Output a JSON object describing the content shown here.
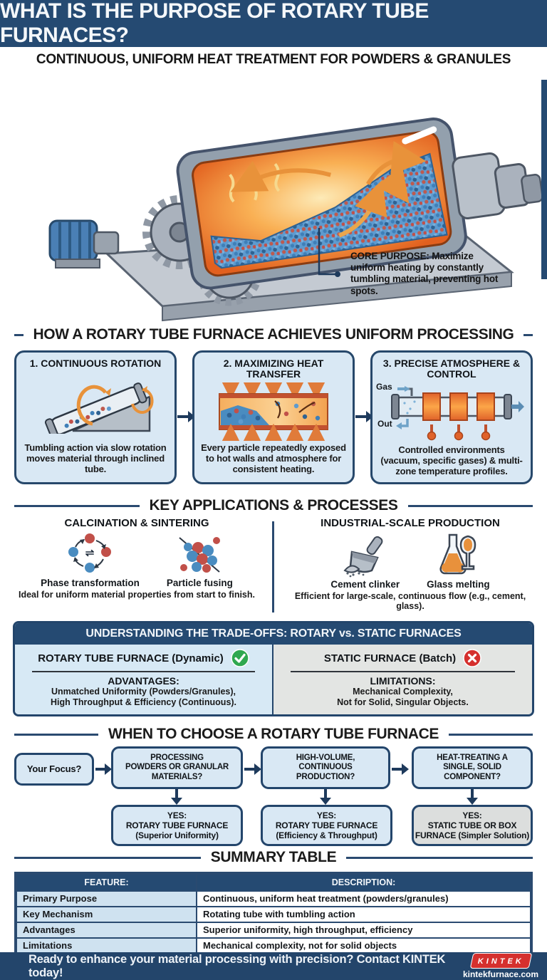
{
  "colors": {
    "navy": "#254a72",
    "navy_border": "#23456b",
    "light_blue": "#d9e8f4",
    "panel_gray": "#e3e5e3",
    "answer_gray": "#dcdedd",
    "table_feature_blue": "#cfe2f0",
    "accent_orange": "#e8923a",
    "check_green": "#2fa84f",
    "cross_red": "#d5302e",
    "logo_red": "#d5302e"
  },
  "header": {
    "title": "WHAT IS THE PURPOSE OF ROTARY TUBE FURNACES?",
    "subtitle": "CONTINUOUS, UNIFORM HEAT TREATMENT FOR POWDERS & GRANULES"
  },
  "illustration": {
    "callout": "CORE PURPOSE: Maximize uniform heating by constantly tumbling material, preventing hot spots."
  },
  "process": {
    "heading": "HOW A ROTARY TUBE FURNACE ACHIEVES UNIFORM PROCESSING",
    "cards": [
      {
        "title": "1. CONTINUOUS ROTATION",
        "desc": "Tumbling action via slow rotation moves material through inclined tube."
      },
      {
        "title": "2. MAXIMIZING HEAT TRANSFER",
        "desc": "Every particle repeatedly exposed to hot walls and atmosphere for consistent heating."
      },
      {
        "title": "3. PRECISE ATMOSPHERE & CONTROL",
        "desc": "Controlled environments (vacuum, specific gases) & multi-zone temperature profiles.",
        "gas_label": "Gas",
        "out_label": "Out"
      }
    ]
  },
  "applications": {
    "heading": "KEY APPLICATIONS & PROCESSES",
    "left": {
      "title": "CALCINATION & SINTERING",
      "items": [
        {
          "label": "Phase transformation"
        },
        {
          "label": "Particle fusing"
        }
      ],
      "note": "Ideal for uniform material properties from start to finish."
    },
    "right": {
      "title": "INDUSTRIAL-SCALE PRODUCTION",
      "items": [
        {
          "label": "Cement clinker"
        },
        {
          "label": "Glass melting"
        }
      ],
      "note": "Efficient for large-scale, continuous flow (e.g., cement, glass)."
    }
  },
  "tradeoffs": {
    "heading": "UNDERSTANDING THE TRADE-OFFS: ROTARY vs. STATIC FURNACES",
    "left": {
      "title": "ROTARY TUBE FURNACE (Dynamic)",
      "subheading": "ADVANTAGES:",
      "lines": [
        "Unmatched Uniformity (Powders/Granules),",
        "High Throughput & Efficiency (Continuous)."
      ]
    },
    "right": {
      "title": "STATIC FURNACE (Batch)",
      "subheading": "LIMITATIONS:",
      "lines": [
        "Mechanical Complexity,",
        "Not for Solid, Singular Objects."
      ]
    }
  },
  "flowchart": {
    "heading": "WHEN TO CHOOSE A ROTARY TUBE FURNACE",
    "start": "Your Focus?",
    "questions": [
      {
        "lines": [
          "PROCESSING",
          "POWDERS OR GRANULAR",
          "MATERIALS?"
        ]
      },
      {
        "lines": [
          "HIGH-VOLUME,",
          "CONTINUOUS",
          "PRODUCTION?"
        ]
      },
      {
        "lines": [
          "HEAT-TREATING A",
          "SINGLE, SOLID",
          "COMPONENT?"
        ]
      }
    ],
    "answers": [
      {
        "lines": [
          "YES:",
          "ROTARY TUBE FURNACE",
          "(Superior Uniformity)"
        ]
      },
      {
        "lines": [
          "YES:",
          "ROTARY TUBE FURNACE",
          "(Efficiency & Throughput)"
        ]
      },
      {
        "lines": [
          "YES:",
          "STATIC TUBE OR BOX",
          "FURNACE (Simpler Solution)"
        ]
      }
    ]
  },
  "summary": {
    "heading": "SUMMARY TABLE",
    "columns": [
      "FEATURE:",
      "DESCRIPTION:"
    ],
    "rows": [
      {
        "feature": "Primary Purpose",
        "description": "Continuous, uniform heat treatment (powders/granules)"
      },
      {
        "feature": "Key Mechanism",
        "description": "Rotating tube with tumbling action"
      },
      {
        "feature": "Advantages",
        "description": "Superior uniformity, high throughput, efficiency"
      },
      {
        "feature": "Limitations",
        "description": "Mechanical complexity, not for solid objects"
      }
    ]
  },
  "footer": {
    "cta": "Ready to enhance your material processing with precision? Contact KINTEK today!",
    "logo": "KINTEK",
    "website": "kintekfurnace.com"
  }
}
